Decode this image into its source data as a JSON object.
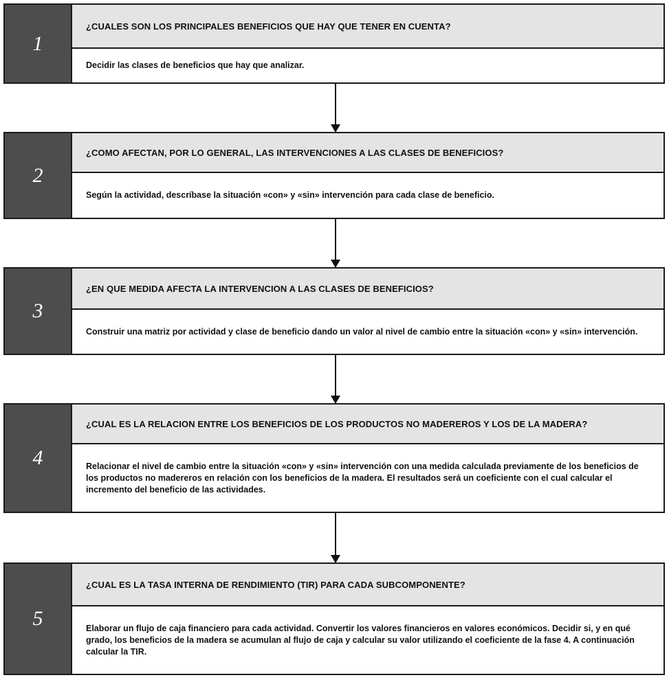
{
  "steps": [
    {
      "number": "1",
      "question": "¿CUALES SON LOS PRINCIPALES BENEFICIOS QUE HAY QUE TENER EN CUENTA?",
      "answer": "Decidir las clases de beneficios que hay que analizar."
    },
    {
      "number": "2",
      "question": "¿COMO AFECTAN, POR LO GENERAL, LAS INTERVENCIONES A LAS CLASES DE BENEFICIOS?",
      "answer": "Según la actividad, descríbase la situación «con» y «sin» intervención para cada clase de beneficio."
    },
    {
      "number": "3",
      "question": "¿EN QUE MEDIDA AFECTA LA INTERVENCION A LAS CLASES DE BENEFICIOS?",
      "answer": "Construir una matriz por actividad y clase de beneficio dando un valor al nivel de cambio entre la situación «con» y «sin» intervención."
    },
    {
      "number": "4",
      "question": "¿CUAL ES LA RELACION ENTRE LOS BENEFICIOS DE LOS PRODUCTOS NO MADEREROS Y LOS DE LA MADERA?",
      "answer": "Relacionar el nivel de cambio entre la situación «con» y «sin» intervención con una medida calculada previamente de los beneficios de los productos no madereros en relación con los beneficios de la madera. El resultados será un coeficiente con el cual calcular el incremento del beneficio de las actividades."
    },
    {
      "number": "5",
      "question": "¿CUAL ES LA TASA INTERNA DE RENDIMIENTO (TIR) PARA CADA SUBCOMPONENTE?",
      "answer": "Elaborar un flujo de caja financiero para cada actividad. Convertir los valores financieros en valores económicos. Decidir si, y en qué grado, los beneficios de la madera se acumulan al flujo de caja y calcular su valor utilizando el coeficiente de la fase 4. A continuación calcular la TIR."
    }
  ]
}
